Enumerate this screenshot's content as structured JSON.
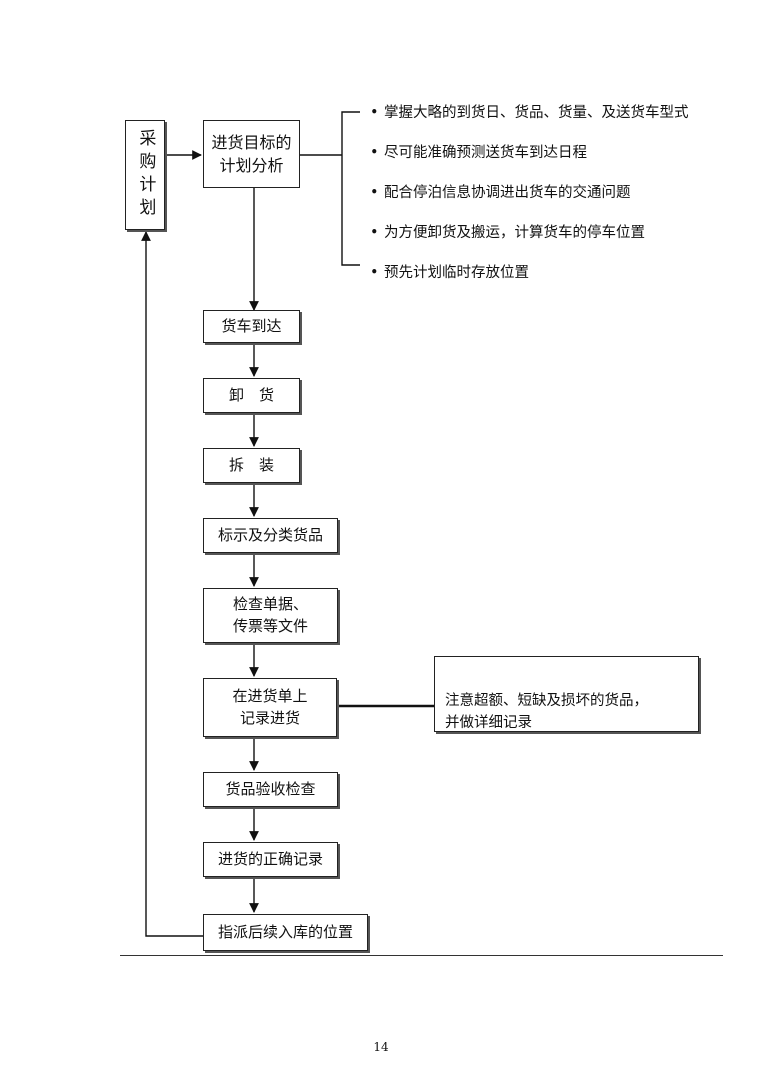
{
  "left_box": {
    "label": "采购计划"
  },
  "flow": {
    "analysis": "进货目标的\n计划分析",
    "steps": [
      "货车到达",
      "卸　货",
      "拆　装",
      "标示及分类货品",
      "检查单据、\n传票等文件",
      "在进货单上\n记录进货",
      "货品验收检查",
      "进货的正确记录",
      "指派后续入库的位置"
    ]
  },
  "analysis_notes": [
    "掌握大略的到货日、货品、货量、及送货车型式",
    "尽可能准确预测送货车到达日程",
    "配合停泊信息协调进出货车的交通问题",
    "为方便卸货及搬运，计算货车的停车位置",
    "预先计划临时存放位置"
  ],
  "remark": "注意超额、短缺及损坏的货品，\n并做详细记录",
  "page_number": "14"
}
